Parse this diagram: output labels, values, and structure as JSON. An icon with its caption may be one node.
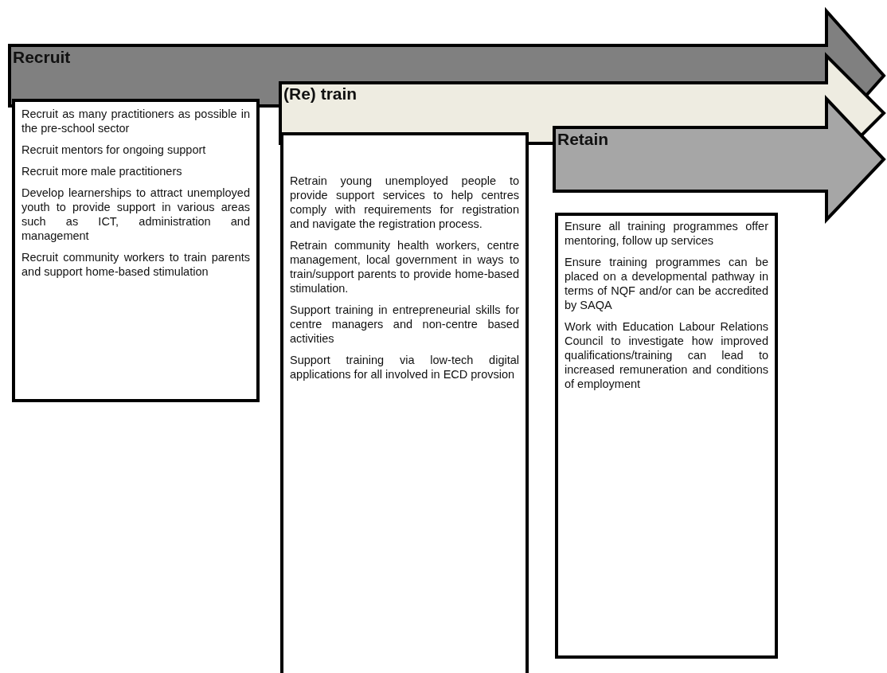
{
  "diagram": {
    "nodes": [
      {
        "text": [
          "Recruit"
        ]
      },
      {
        "text": [
          "Recruit as many practitioners as possible in the pre-school sector",
          "Recruit mentors for ongoing support",
          "Recruit more male practitioners",
          "Develop learnerships to attract unemployed youth to provide support in various areas such as ICT, administration and management",
          "Recruit community workers to train parents and support home-based stimulation"
        ]
      },
      {
        "text": [
          "(Re) train"
        ]
      },
      {
        "text": [
          "Retrain young unemployed people to provide support services to help centres comply with requirements for registration and navigate the registration process.",
          "Retrain community health workers, centre management, local government in ways to train/support parents to provide home-based stimulation.",
          "Support training in entrepreneurial skills for centre managers and non-centre based activities",
          "Support training via low-tech digital applications for all involved in ECD provsion"
        ]
      },
      {
        "text": [
          "Retain"
        ]
      },
      {
        "text": [
          "Ensure all training programmes offer mentoring, follow up services",
          "Ensure training programmes can be placed on a developmental pathway in terms of NQF and/or can be accredited by SAQA",
          "Work with Education Labour Relations Council to investigate how improved qualifications/training can lead to increased remuneration and conditions of employment"
        ]
      }
    ]
  }
}
